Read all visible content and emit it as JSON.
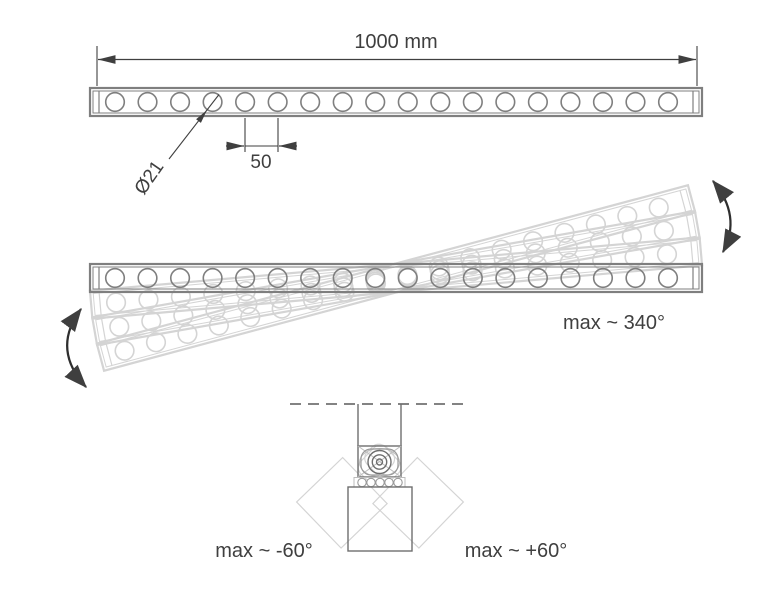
{
  "labels": {
    "overall_length": "1000 mm",
    "hole_diameter": "Ø21",
    "hole_spacing": "50",
    "rotation_range": "max ~ 340°",
    "tilt_negative": "max ~ -60°",
    "tilt_positive": "max ~ +60°"
  },
  "fixture": {
    "hole_count": 18,
    "length_mm": 1000,
    "hole_spacing_mm": 50,
    "hole_diameter_mm": 21,
    "rotation_max_deg": 340,
    "tilt_min_deg": -60,
    "tilt_max_deg": 60
  },
  "colors": {
    "dimension": "#3f3f3f",
    "fixture_outline": "#7f7f7f",
    "ghost": "#d4d4d4",
    "background": "#ffffff"
  }
}
